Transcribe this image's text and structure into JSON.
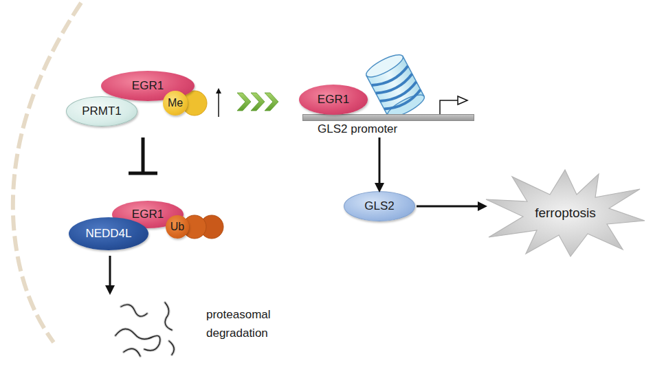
{
  "diagram": {
    "nodes": [
      {
        "text": [
          "EGR1"
        ]
      },
      {
        "text": [
          "PRMT1"
        ]
      },
      {
        "text": [
          "Me"
        ]
      },
      {
        "text": [
          "EGR1"
        ]
      },
      {
        "text": [
          "GLS2 promoter"
        ]
      },
      {
        "text": [
          "EGR1"
        ]
      },
      {
        "text": [
          "NEDD4L"
        ]
      },
      {
        "text": [
          "Ub"
        ]
      },
      {
        "text": [
          "GLS2"
        ]
      },
      {
        "text": [
          "ferroptosis"
        ]
      }
    ],
    "edges": [
      {
        "from": 0,
        "to": 3,
        "arrow": "to"
      },
      {
        "from": 0,
        "to": 5,
        "arrow": "to"
      },
      {
        "from": 4,
        "to": 8,
        "arrow": "to"
      },
      {
        "from": 8,
        "to": 9,
        "arrow": "to"
      }
    ],
    "labels": [
      "proteasomal degradation"
    ]
  }
}
